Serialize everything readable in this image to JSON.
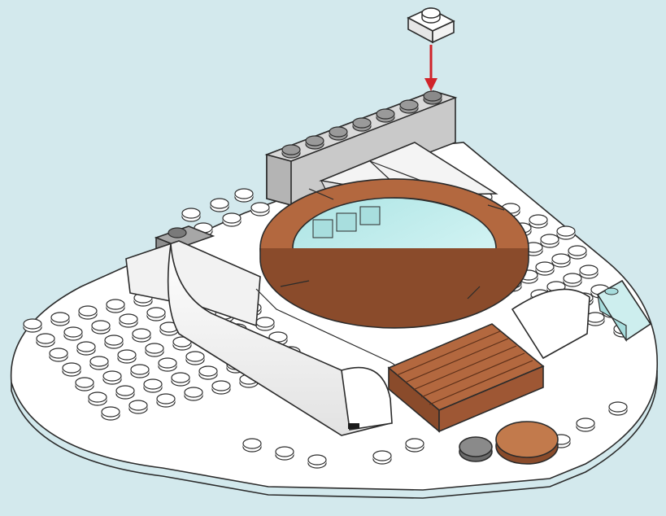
{
  "scene": {
    "kind": "building-instruction-step",
    "colors": {
      "background": "#d3e9ed",
      "white_brick": "#ffffff",
      "outline": "#2b2b2b",
      "light_gray": "#c9c9c9",
      "dark_gray": "#8e8e8e",
      "reddish_brown": "#b3683f",
      "reddish_brown_dark": "#8a4b2b",
      "trans_light_blue": "#bfeeee",
      "arrow": "#d0242a"
    },
    "parts": {
      "new_part": {
        "icon": "white-1x2-jumper-plate-icon",
        "count_shown": 1
      },
      "arrow": {
        "icon": "red-down-arrow-icon"
      },
      "placed_on": "light-gray-brick-top-rear-row"
    },
    "elements": [
      "white-round-base-plate",
      "light-gray-bricks-rear",
      "white-wedge-slopes",
      "reddish-brown-round-frame",
      "trans-light-blue-water-pool",
      "white-curved-wall",
      "reddish-brown-steps",
      "dark-gray-round-tile",
      "reddish-brown-round-tile",
      "trans-light-blue-slope",
      "light-gray-1x2-brick-left"
    ]
  }
}
